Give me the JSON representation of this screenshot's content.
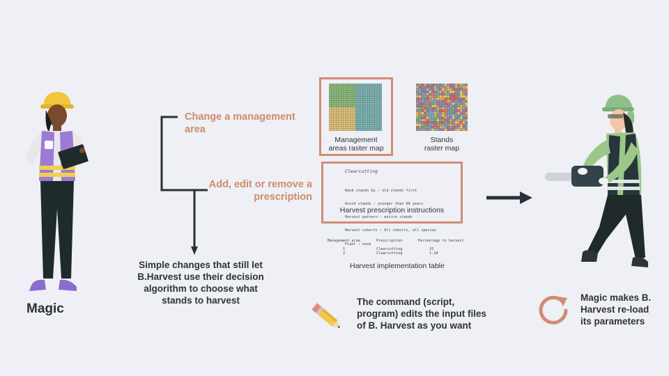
{
  "left_person": {
    "name": "Magic"
  },
  "actions": {
    "change_area": "Change a management area",
    "edit_prescription_line1": "Add, edit or remove a",
    "edit_prescription_line2": "prescription",
    "simple_changes": [
      "Simple changes that still let",
      "B.Harvest use their decision",
      "algorithm to choose what",
      "stands to harvest"
    ]
  },
  "maps": {
    "management_caption": [
      "Management",
      "areas raster map"
    ],
    "stands_caption": [
      "Stands",
      "raster map"
    ]
  },
  "prescription": {
    "title": "Clearcutting",
    "lines": [
      "Rank stands by : old stands first",
      "Avoid stands : younger than 80 years",
      "Harvest pattern : entire stands",
      "Harvest cohorts : All cohorts, all species",
      "Plant : none"
    ],
    "caption": "Harvest prescription instructions"
  },
  "implementation": {
    "headers": [
      "Management area",
      "Prescription",
      "Percentage to harvest"
    ],
    "rows": [
      [
        "1",
        "Clearcutting",
        "15"
      ],
      [
        "2",
        "Clearcutting",
        "1.18"
      ]
    ],
    "caption": "Harvest implementation table"
  },
  "command_text": [
    "The command (script,",
    "program) edits the input files",
    "of B. Harvest as you want"
  ],
  "reload_text": [
    "Magic makes B.",
    "Harvest re-load",
    "its parameters"
  ],
  "colors": {
    "accent": "#d08d74",
    "dark": "#2c2f36",
    "background": "#eef0f5"
  }
}
